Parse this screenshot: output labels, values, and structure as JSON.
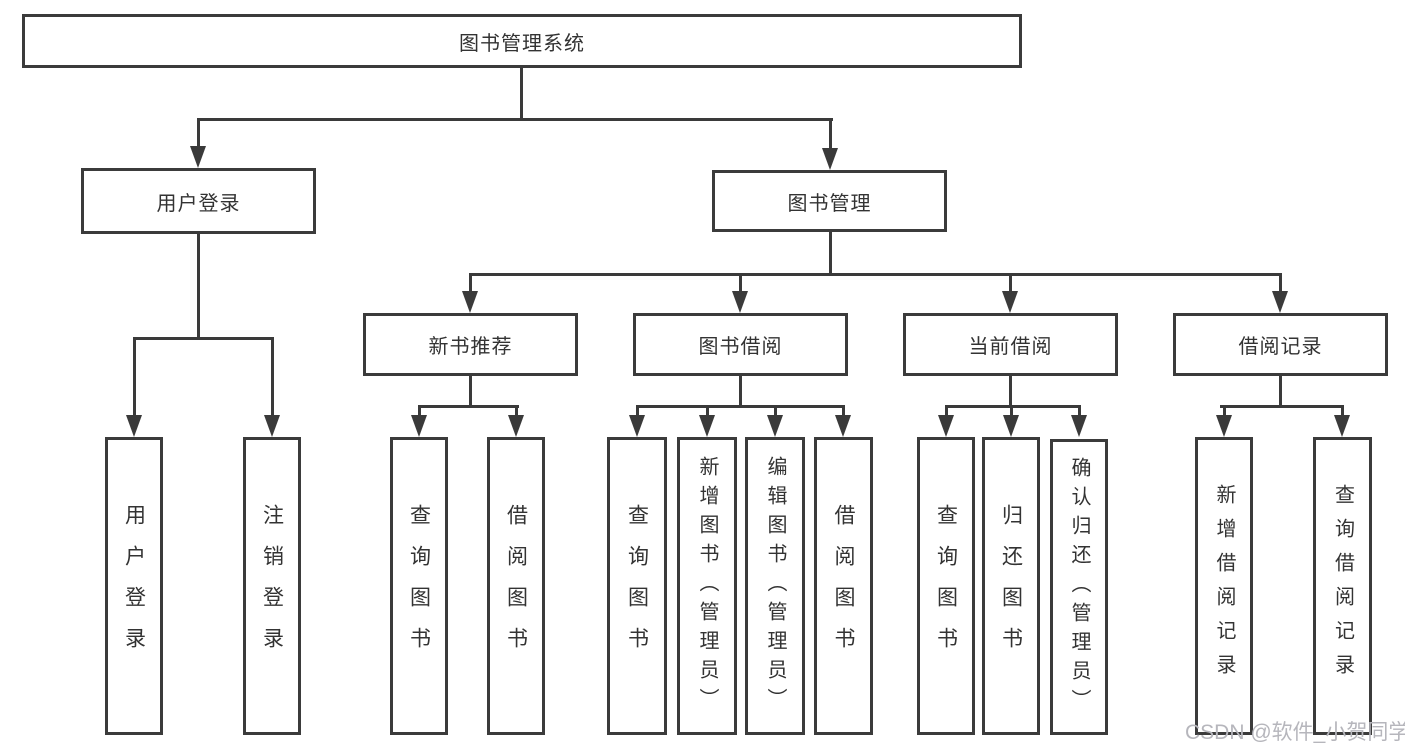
{
  "tree": {
    "root": {
      "label": "图书管理系统"
    },
    "branches": [
      {
        "label": "用户登录",
        "children": [
          {
            "label": "用户登录"
          },
          {
            "label": "注销登录"
          }
        ]
      },
      {
        "label": "图书管理",
        "sections": [
          {
            "label": "新书推荐",
            "children": [
              {
                "label": "查询图书"
              },
              {
                "label": "借阅图书"
              }
            ]
          },
          {
            "label": "图书借阅",
            "children": [
              {
                "label": "查询图书"
              },
              {
                "label": "新增图书（管理员）"
              },
              {
                "label": "编辑图书（管理员）"
              },
              {
                "label": "借阅图书"
              }
            ]
          },
          {
            "label": "当前借阅",
            "children": [
              {
                "label": "查询图书"
              },
              {
                "label": "归还图书"
              },
              {
                "label": "确认归还（管理员）"
              }
            ]
          },
          {
            "label": "借阅记录",
            "children": [
              {
                "label": "新增借阅记录"
              },
              {
                "label": "查询借阅记录"
              }
            ]
          }
        ]
      }
    ]
  },
  "watermark": "CSDN @软件_小贺同学",
  "colors": {
    "line": "#3a3a3a",
    "text": "#333333",
    "watermark": "#b6b6bc",
    "background": "#ffffff"
  }
}
